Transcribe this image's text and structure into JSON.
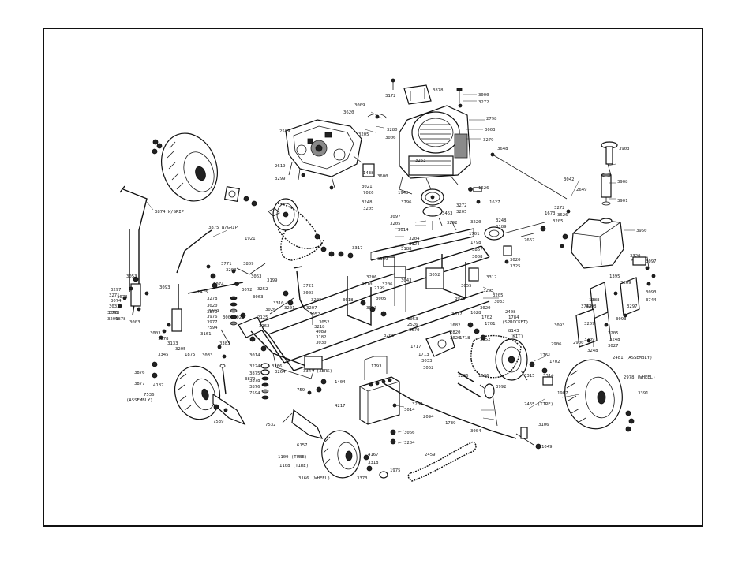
{
  "diagram": {
    "labels": [
      {
        "id": "p3000",
        "text": "3000"
      },
      {
        "id": "p3272a",
        "text": "3272"
      },
      {
        "id": "p3878",
        "text": "3878"
      },
      {
        "id": "p3172",
        "text": "3172"
      },
      {
        "id": "p3009a",
        "text": "3009"
      },
      {
        "id": "p3620",
        "text": "3620"
      },
      {
        "id": "p2798",
        "text": "2798"
      },
      {
        "id": "p3003",
        "text": "3003"
      },
      {
        "id": "p3279",
        "text": "3279"
      },
      {
        "id": "p3280",
        "text": "3280"
      },
      {
        "id": "p3006",
        "text": "3006"
      },
      {
        "id": "p2589",
        "text": "2589"
      },
      {
        "id": "p3205a",
        "text": "3205"
      },
      {
        "id": "p3648",
        "text": "3648"
      },
      {
        "id": "p3903",
        "text": "3903"
      },
      {
        "id": "p2619",
        "text": "2619"
      },
      {
        "id": "p3263",
        "text": "3263"
      },
      {
        "id": "p3299",
        "text": "3299"
      },
      {
        "id": "p1438",
        "text": "1438"
      },
      {
        "id": "p3600",
        "text": "3600"
      },
      {
        "id": "p3021",
        "text": "3021"
      },
      {
        "id": "p7026",
        "text": "7026"
      },
      {
        "id": "p1940",
        "text": "1940"
      },
      {
        "id": "p1626",
        "text": "1626"
      },
      {
        "id": "p3042",
        "text": "3042"
      },
      {
        "id": "p3908",
        "text": "3908"
      },
      {
        "id": "p2649",
        "text": "2649"
      },
      {
        "id": "p3248a",
        "text": "3248"
      },
      {
        "id": "p3272b",
        "text": "3272"
      },
      {
        "id": "p3796",
        "text": "3796"
      },
      {
        "id": "p1627",
        "text": "1627"
      },
      {
        "id": "p3901",
        "text": "3901"
      },
      {
        "id": "p3205b",
        "text": "3205"
      },
      {
        "id": "p3453",
        "text": "3453"
      },
      {
        "id": "p3205c",
        "text": "3205"
      },
      {
        "id": "p1673",
        "text": "1673"
      },
      {
        "id": "p3272c",
        "text": "3272"
      },
      {
        "id": "p3874",
        "text": "3874 W/GRIP"
      },
      {
        "id": "p3097",
        "text": "3097"
      },
      {
        "id": "p3292",
        "text": "3292"
      },
      {
        "id": "p3220",
        "text": "3220"
      },
      {
        "id": "p3248b",
        "text": "3248"
      },
      {
        "id": "p3626",
        "text": "3626"
      },
      {
        "id": "p3950",
        "text": "3950"
      },
      {
        "id": "p3875",
        "text": "3875 W/GRIP"
      },
      {
        "id": "p3205d",
        "text": "3205"
      },
      {
        "id": "p3189",
        "text": "3189"
      },
      {
        "id": "p3205e",
        "text": "3205"
      },
      {
        "id": "p1921",
        "text": "1921"
      },
      {
        "id": "p3014",
        "text": "3014"
      },
      {
        "id": "p1701",
        "text": "1701"
      },
      {
        "id": "p3317",
        "text": "3317"
      },
      {
        "id": "p3204",
        "text": "3204"
      },
      {
        "id": "p7667",
        "text": "7667"
      },
      {
        "id": "p3124",
        "text": "3124"
      },
      {
        "id": "p1798",
        "text": "1798"
      },
      {
        "id": "p3867",
        "text": "3867"
      },
      {
        "id": "p3188",
        "text": "3188"
      },
      {
        "id": "p3008",
        "text": "3008"
      },
      {
        "id": "p3020a",
        "text": "3020"
      },
      {
        "id": "p3325",
        "text": "3325"
      },
      {
        "id": "p3320",
        "text": "3320"
      },
      {
        "id": "p3097b",
        "text": "3097"
      },
      {
        "id": "p3771",
        "text": "3771"
      },
      {
        "id": "p3809",
        "text": "3809"
      },
      {
        "id": "p3208",
        "text": "3208"
      },
      {
        "id": "p3052a",
        "text": "3052"
      },
      {
        "id": "p3309",
        "text": "3309"
      },
      {
        "id": "p3063",
        "text": "3063"
      },
      {
        "id": "p3206",
        "text": "3206"
      },
      {
        "id": "p3043",
        "text": "3043"
      },
      {
        "id": "p3312",
        "text": "3312"
      },
      {
        "id": "p3055",
        "text": "3055"
      },
      {
        "id": "p3210",
        "text": "3210"
      },
      {
        "id": "p3074",
        "text": "3074"
      },
      {
        "id": "p3199",
        "text": "3199"
      },
      {
        "id": "p2199",
        "text": "2199"
      },
      {
        "id": "p1395",
        "text": "1395"
      },
      {
        "id": "p3269",
        "text": "3269"
      },
      {
        "id": "p3053",
        "text": "3053"
      },
      {
        "id": "p3297",
        "text": "3297"
      },
      {
        "id": "p3093",
        "text": "3093"
      },
      {
        "id": "p3252",
        "text": "3252"
      },
      {
        "id": "p3072",
        "text": "3072"
      },
      {
        "id": "p3721",
        "text": "3721"
      },
      {
        "id": "p3205f",
        "text": "3205"
      },
      {
        "id": "p3093b",
        "text": "3093"
      },
      {
        "id": "p1388",
        "text": "1388"
      },
      {
        "id": "p3744",
        "text": "3744"
      },
      {
        "id": "p3271",
        "text": "3271"
      },
      {
        "id": "p3074b",
        "text": "3074"
      },
      {
        "id": "p3003b",
        "text": "3003"
      },
      {
        "id": "p3278",
        "text": "3278"
      },
      {
        "id": "p3063b",
        "text": "3063"
      },
      {
        "id": "p3298",
        "text": "3298"
      },
      {
        "id": "p3744b",
        "text": "3744"
      },
      {
        "id": "p3297b",
        "text": "3297"
      },
      {
        "id": "p2475",
        "text": "2475"
      },
      {
        "id": "p3020b",
        "text": "3020"
      },
      {
        "id": "p3205g",
        "text": "3205"
      },
      {
        "id": "p3879",
        "text": "3879"
      },
      {
        "id": "p3310",
        "text": "3310"
      },
      {
        "id": "p3201",
        "text": "3201"
      },
      {
        "id": "p3207",
        "text": "3207"
      },
      {
        "id": "p3033",
        "text": "3033"
      },
      {
        "id": "p3033b",
        "text": "3033"
      },
      {
        "id": "p3006b",
        "text": "3006"
      },
      {
        "id": "p3052b",
        "text": "3052"
      },
      {
        "id": "p3021b",
        "text": "3021"
      },
      {
        "id": "p3208b",
        "text": "3208"
      },
      {
        "id": "p1678",
        "text": "1678"
      },
      {
        "id": "p3020c",
        "text": "3020"
      },
      {
        "id": "p3209",
        "text": "3209"
      },
      {
        "id": "p3093c",
        "text": "3093"
      },
      {
        "id": "p3773",
        "text": "3773"
      },
      {
        "id": "p3029",
        "text": "3029"
      },
      {
        "id": "p3005",
        "text": "3005"
      },
      {
        "id": "p2125",
        "text": "2125"
      },
      {
        "id": "p3026",
        "text": "3026"
      },
      {
        "id": "p3013",
        "text": "3013"
      },
      {
        "id": "p2526",
        "text": "2526"
      },
      {
        "id": "p1628",
        "text": "1628"
      },
      {
        "id": "p2408",
        "text": "2408"
      },
      {
        "id": "p3093d",
        "text": "3093"
      },
      {
        "id": "p1878",
        "text": "1878"
      },
      {
        "id": "p3976",
        "text": "3976"
      },
      {
        "id": "p3052c",
        "text": "3052"
      },
      {
        "id": "p3570",
        "text": "3570"
      },
      {
        "id": "p3053b",
        "text": "3053"
      },
      {
        "id": "p1702",
        "text": "1702"
      },
      {
        "id": "p1784",
        "text": "1784"
      },
      {
        "id": "p3003c",
        "text": "3003"
      },
      {
        "id": "p3977",
        "text": "3977"
      },
      {
        "id": "p3205h",
        "text": "3205"
      },
      {
        "id": "p1682",
        "text": "1682"
      },
      {
        "id": "p1701b",
        "text": "1701"
      },
      {
        "id": "p7594",
        "text": "7594"
      },
      {
        "id": "p3218",
        "text": "3218"
      },
      {
        "id": "p2820",
        "text": "2820"
      },
      {
        "id": "p2906",
        "text": "2906"
      },
      {
        "id": "p1718",
        "text": "1718"
      },
      {
        "id": "p8143",
        "text": "8143"
      },
      {
        "id": "p3209b",
        "text": "3209"
      },
      {
        "id": "p3003d",
        "text": "3003"
      },
      {
        "id": "p3162",
        "text": "3162"
      },
      {
        "id": "p3161",
        "text": "3161"
      },
      {
        "id": "p4089",
        "text": "4089"
      },
      {
        "id": "p3182",
        "text": "3182"
      },
      {
        "id": "p3205i",
        "text": "3205"
      },
      {
        "id": "p1717",
        "text": "1717"
      },
      {
        "id": "p3020d",
        "text": "3020"
      },
      {
        "id": "p3248c",
        "text": "3248"
      },
      {
        "id": "p1878b",
        "text": "1878"
      },
      {
        "id": "p3133",
        "text": "3133"
      },
      {
        "id": "p3052d",
        "text": "3052"
      },
      {
        "id": "p3027",
        "text": "3027"
      },
      {
        "id": "p2900",
        "text": "2900"
      },
      {
        "id": "p3383",
        "text": "3383"
      },
      {
        "id": "p3205j",
        "text": "3205"
      },
      {
        "id": "p1713",
        "text": "1713"
      },
      {
        "id": "p3033c",
        "text": "3033"
      },
      {
        "id": "p1875",
        "text": "1875"
      },
      {
        "id": "p3033d",
        "text": "3033"
      },
      {
        "id": "p3052e",
        "text": "3052"
      },
      {
        "id": "p1761",
        "text": "1761"
      },
      {
        "id": "p2481",
        "text": "2481 (ASSEMBLY)"
      },
      {
        "id": "p3014b",
        "text": "3014"
      },
      {
        "id": "p1793",
        "text": "1793"
      },
      {
        "id": "p1702b",
        "text": "1702"
      },
      {
        "id": "p3345",
        "text": "3345"
      },
      {
        "id": "p3224",
        "text": "3224"
      },
      {
        "id": "p3266",
        "text": "3266"
      },
      {
        "id": "p3875b",
        "text": "3875"
      },
      {
        "id": "p3314",
        "text": "3314"
      },
      {
        "id": "p3876",
        "text": "3876"
      },
      {
        "id": "p3264",
        "text": "3264"
      },
      {
        "id": "p3344",
        "text": "3344 (ZERK)"
      },
      {
        "id": "p3315",
        "text": "3315"
      },
      {
        "id": "p2978",
        "text": "2978 (WHEEL)"
      },
      {
        "id": "p3878b",
        "text": "3878"
      },
      {
        "id": "p4187",
        "text": "4187"
      },
      {
        "id": "p1296",
        "text": "1296"
      },
      {
        "id": "p1536",
        "text": "1536"
      },
      {
        "id": "p3876b",
        "text": "3876"
      },
      {
        "id": "p3879b",
        "text": "3879"
      },
      {
        "id": "p1987",
        "text": "1987"
      },
      {
        "id": "p3877",
        "text": "3877"
      },
      {
        "id": "p7594b",
        "text": "7594"
      },
      {
        "id": "p1404",
        "text": "1404"
      },
      {
        "id": "p7536",
        "text": "7536"
      },
      {
        "id": "p759",
        "text": "759"
      },
      {
        "id": "p3992",
        "text": "3992"
      },
      {
        "id": "p3391",
        "text": "3391"
      },
      {
        "id": "p7536b",
        "text": "(ASSEMBLY)"
      },
      {
        "id": "p3204b",
        "text": "3204"
      },
      {
        "id": "p2465",
        "text": "2465 (TIRE)"
      },
      {
        "id": "p4217",
        "text": "4217"
      },
      {
        "id": "p3014c",
        "text": "3014"
      },
      {
        "id": "p2094",
        "text": "2094"
      },
      {
        "id": "p7539",
        "text": "7539"
      },
      {
        "id": "p1739",
        "text": "1739"
      },
      {
        "id": "p3106",
        "text": "3106"
      },
      {
        "id": "p7532",
        "text": "7532"
      },
      {
        "id": "p3004",
        "text": "3004"
      },
      {
        "id": "p3066",
        "text": "3066"
      },
      {
        "id": "p6157",
        "text": "6157"
      },
      {
        "id": "p1049",
        "text": "1049"
      },
      {
        "id": "p3204c",
        "text": "3204"
      },
      {
        "id": "p1109",
        "text": "1109 (TUBE)"
      },
      {
        "id": "p4167",
        "text": "4167"
      },
      {
        "id": "p1108",
        "text": "1108 (TIRE)"
      },
      {
        "id": "p3318",
        "text": "3318"
      },
      {
        "id": "p2459",
        "text": "2459"
      },
      {
        "id": "p3166",
        "text": "3166 (WHEEL)"
      },
      {
        "id": "p1975",
        "text": "1975"
      },
      {
        "id": "p3373",
        "text": "3373"
      },
      {
        "id": "p2408b",
        "text": "(SPROCKET)"
      },
      {
        "id": "p8143b",
        "text": "(KIT)"
      },
      {
        "id": "p3205k",
        "text": "3205"
      },
      {
        "id": "p3017",
        "text": "3017"
      },
      {
        "id": "p3030",
        "text": "3030"
      },
      {
        "id": "p3248d",
        "text": "3248"
      },
      {
        "id": "p3206b",
        "text": "3206"
      },
      {
        "id": "p3209c",
        "text": "3209"
      },
      {
        "id": "p3018",
        "text": "3018"
      },
      {
        "id": "p3023",
        "text": "3023"
      }
    ]
  }
}
